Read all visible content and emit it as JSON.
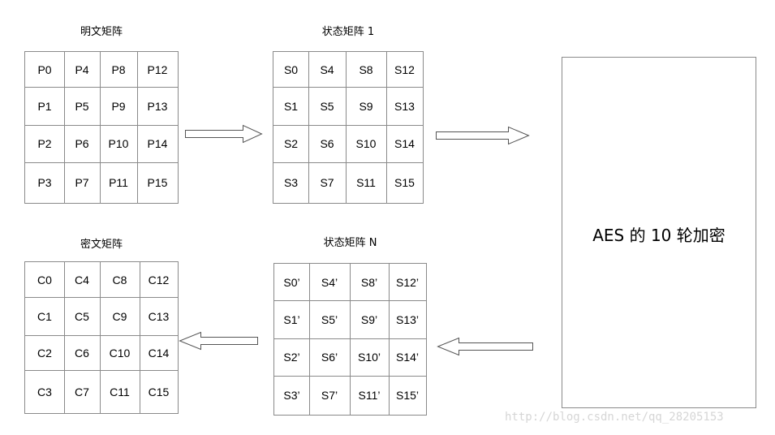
{
  "matrices": [
    {
      "title": "明文矩阵",
      "cells": [
        [
          "P0",
          "P4",
          "P8",
          "P12"
        ],
        [
          "P1",
          "P5",
          "P9",
          "P13"
        ],
        [
          "P2",
          "P6",
          "P10",
          "P14"
        ],
        [
          "P3",
          "P7",
          "P11",
          "P15"
        ]
      ]
    },
    {
      "title": "状态矩阵 1",
      "cells": [
        [
          "S0",
          "S4",
          "S8",
          "S12"
        ],
        [
          "S1",
          "S5",
          "S9",
          "S13"
        ],
        [
          "S2",
          "S6",
          "S10",
          "S14"
        ],
        [
          "S3",
          "S7",
          "S11",
          "S15"
        ]
      ]
    },
    {
      "title": "密文矩阵",
      "cells": [
        [
          "C0",
          "C4",
          "C8",
          "C12"
        ],
        [
          "C1",
          "C5",
          "C9",
          "C13"
        ],
        [
          "C2",
          "C6",
          "C10",
          "C14"
        ],
        [
          "C3",
          "C7",
          "C11",
          "C15"
        ]
      ]
    },
    {
      "title": "状态矩阵 N",
      "cells": [
        [
          "S0’",
          "S4’",
          "S8’",
          "S12’"
        ],
        [
          "S1’",
          "S5’",
          "S9’",
          "S13’"
        ],
        [
          "S2’",
          "S6’",
          "S10’",
          "S14’"
        ],
        [
          "S3’",
          "S7’",
          "S11’",
          "S15’"
        ]
      ]
    }
  ],
  "aes_box": {
    "label": "AES 的 10 轮加密"
  },
  "watermark": "http://blog.csdn.net/qq_28205153"
}
